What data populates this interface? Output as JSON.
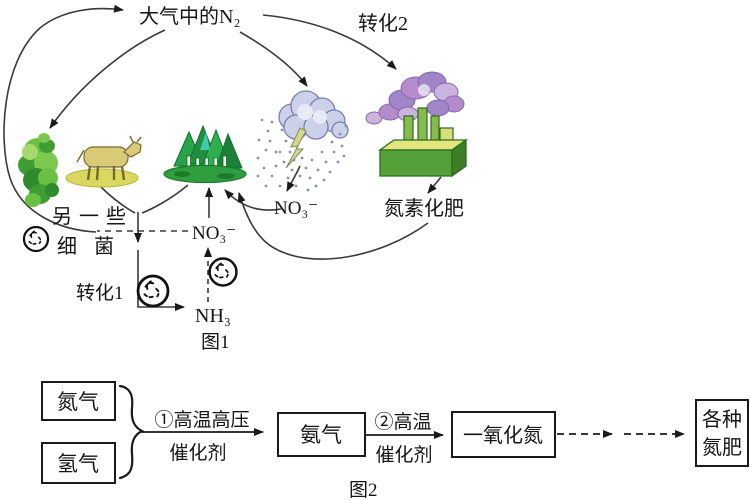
{
  "figure1": {
    "caption": "图1",
    "labels": {
      "atmosphere_n2": "大气中的N₂",
      "conversion2": "转化2",
      "conversion1": "转化1",
      "no3_rain": "NO₃⁻",
      "no3_soil": "NO₃⁻",
      "nh3": "NH₃",
      "other_bacteria_line1": "另一些",
      "other_bacteria_line2": "细 菌",
      "nitrogen_fertilizer": "氮素化肥"
    },
    "icons": {
      "bacteria": "bacteria-icon",
      "plant": "shrub-plant-icon",
      "cow": "cow-icon",
      "trees": "trees-icon",
      "storm_cloud": "storm-cloud-rain-icon",
      "factory": "fertilizer-factory-icon"
    }
  },
  "figure2": {
    "caption": "图2",
    "boxes": {
      "n2": "氮气",
      "h2": "氢气",
      "nh3": "氨气",
      "no": "一氧化氮",
      "fertilizer_line1": "各种",
      "fertilizer_line2": "氮肥"
    },
    "steps": {
      "step1_line1": "①高温高压",
      "step1_line2": "催化剂",
      "step2_line1": "②高温",
      "step2_line2": "催化剂"
    }
  },
  "colors": {
    "background": "#ffffff",
    "line": "#1a1a1a",
    "tree_green": "#2fae4e",
    "factory_green": "#55a038",
    "smoke_purple": "#b48ccc",
    "cloud_gray": "#ccd0e8",
    "ground_yellow": "#d8d95e"
  }
}
